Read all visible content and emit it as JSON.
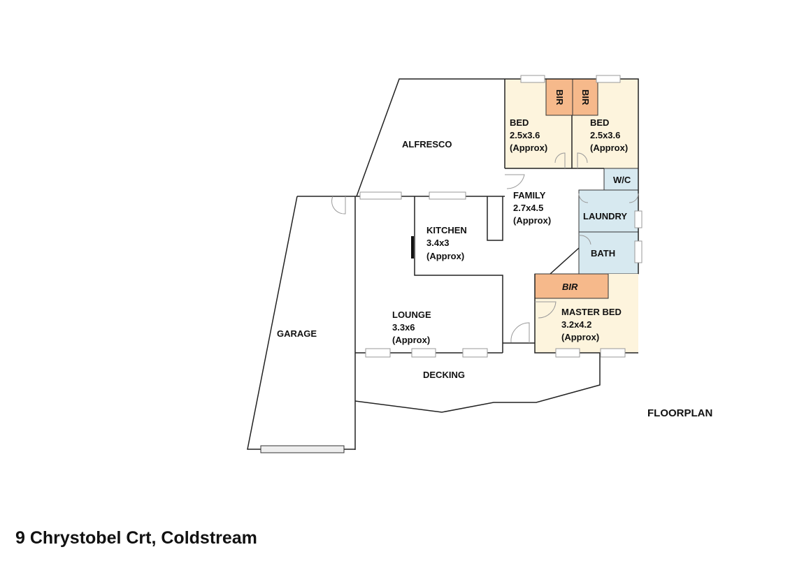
{
  "title": "FLOORPLAN",
  "address": "9 Chrystobel Crt, Coldstream",
  "colors": {
    "bedroom": "#fdf4dd",
    "robe": "#f6b98b",
    "wet": "#d7e9f0",
    "wall": "#222222"
  },
  "rooms": {
    "alfresco": {
      "name": "ALFRESCO"
    },
    "bed1": {
      "name": "BED",
      "size": "2.5x3.6",
      "note": "(Approx)"
    },
    "bed2": {
      "name": "BED",
      "size": "2.5x3.6",
      "note": "(Approx)"
    },
    "bir1": {
      "name": "BIR"
    },
    "bir2": {
      "name": "BIR"
    },
    "family": {
      "name": "FAMILY",
      "size": "2.7x4.5",
      "note": "(Approx)"
    },
    "wc": {
      "name": "W/C"
    },
    "laundry": {
      "name": "LAUNDRY"
    },
    "bath": {
      "name": "BATH"
    },
    "kitchen": {
      "name": "KITCHEN",
      "size": "3.4x3",
      "note": "(Approx)"
    },
    "master_bir": {
      "name": "BIR"
    },
    "master": {
      "name": "MASTER BED",
      "size": "3.2x4.2",
      "note": "(Approx)"
    },
    "lounge": {
      "name": "LOUNGE",
      "size": "3.3x6",
      "note": "(Approx)"
    },
    "garage": {
      "name": "GARAGE"
    },
    "decking": {
      "name": "DECKING"
    }
  }
}
